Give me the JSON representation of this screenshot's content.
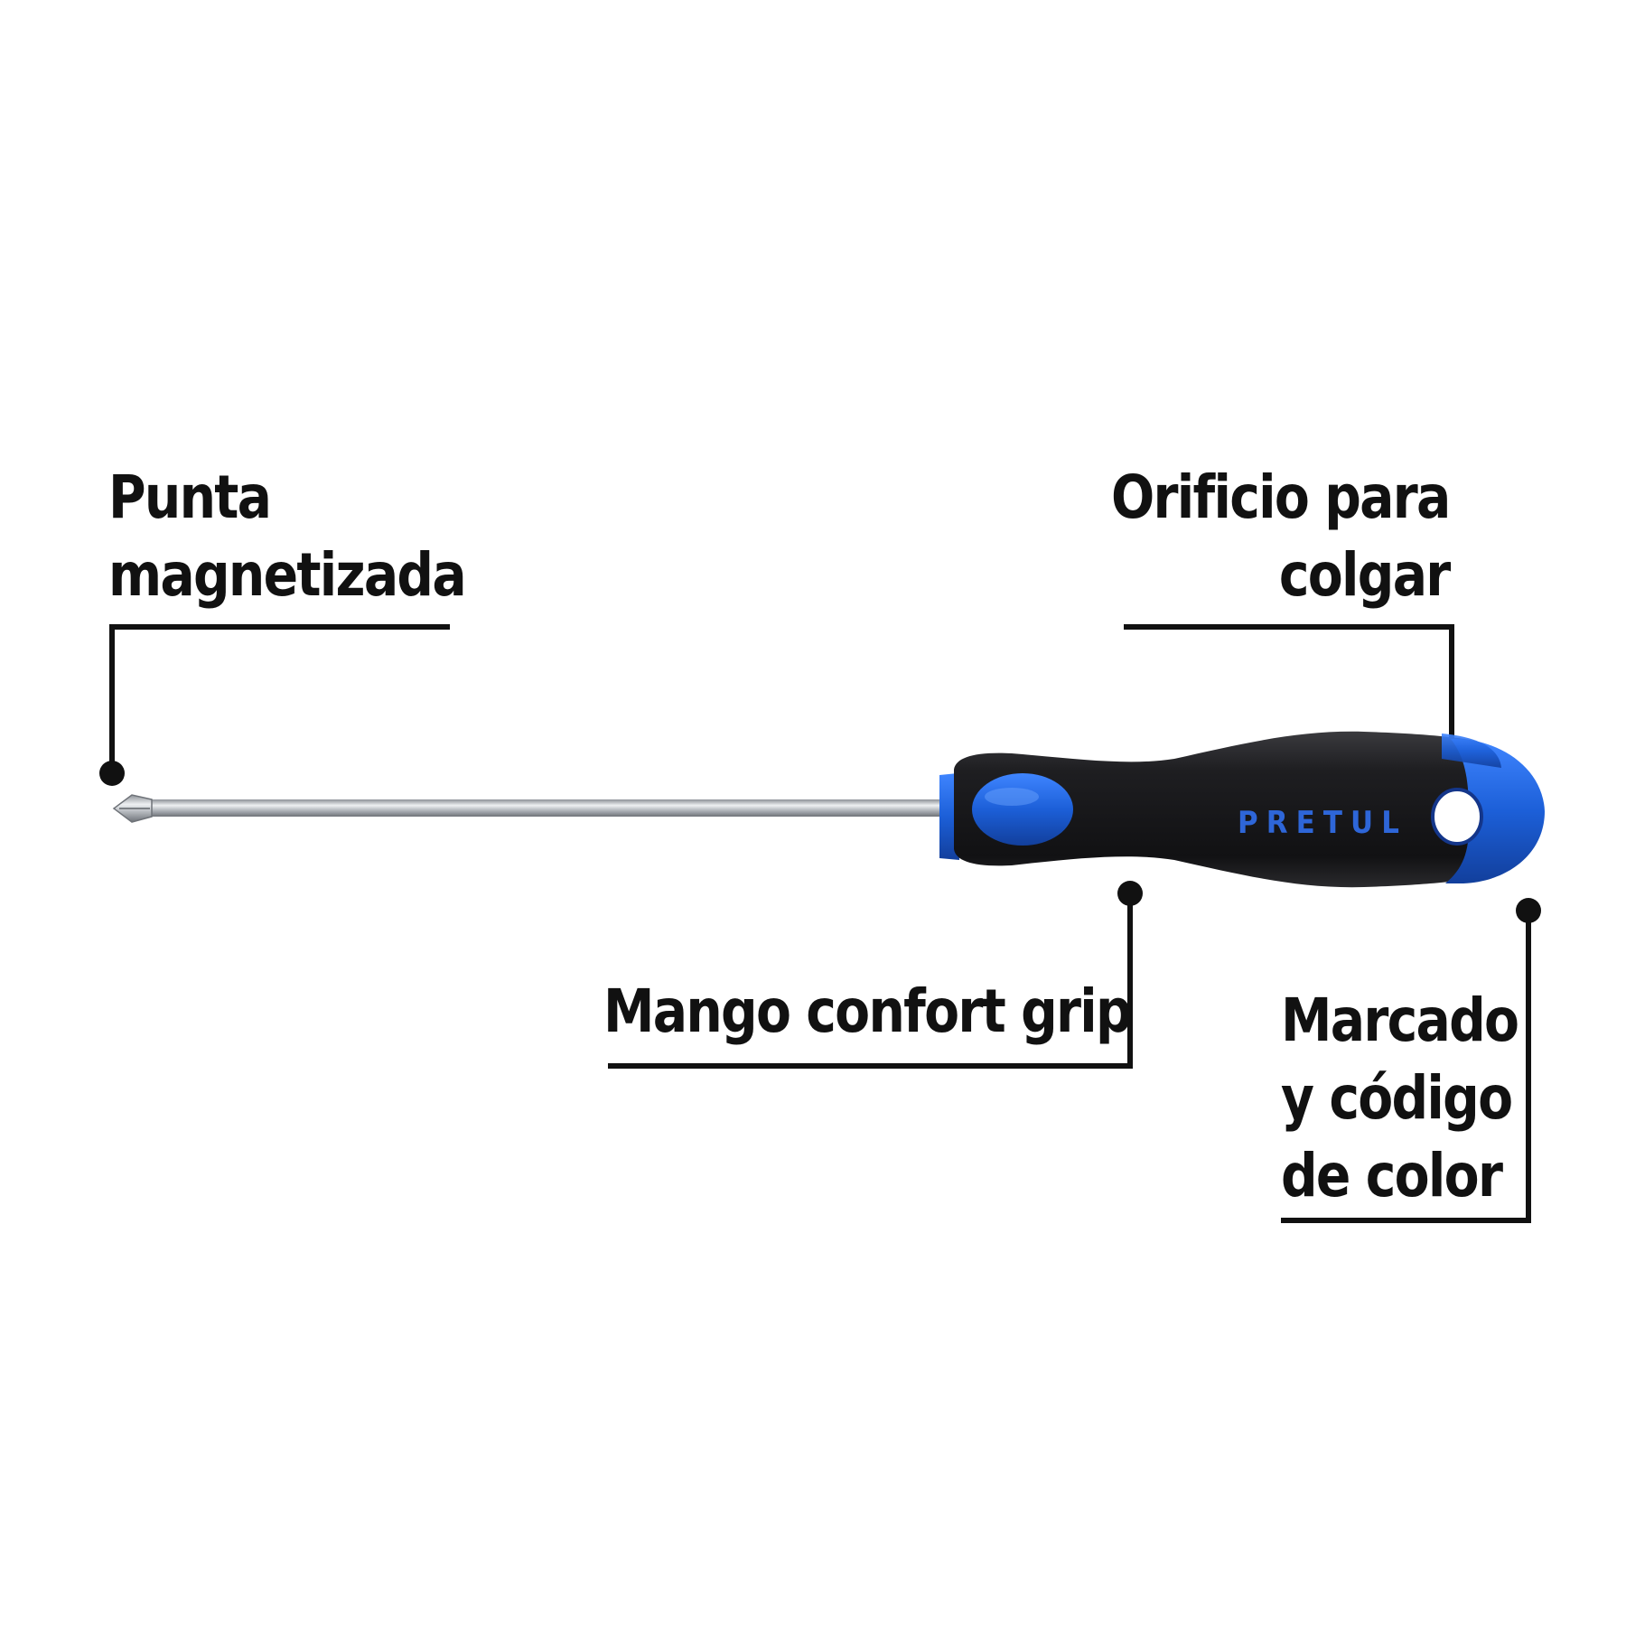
{
  "brand_logo": "PRETUL",
  "callouts": {
    "tip": {
      "line1": "Punta",
      "line2": "magnetizada"
    },
    "hanging_hole": {
      "line1": "Orificio para",
      "line2": "colgar"
    },
    "grip": {
      "line1": "Mango confort grip"
    },
    "color_code": {
      "line1": "Marcado",
      "line2": "y código",
      "line3": "de color"
    }
  },
  "colors": {
    "background": "#ffffff",
    "text": "#111111",
    "handle_black": "#1b1b1d",
    "handle_blue": "#1f5fd6",
    "shaft_steel": "#c9ccd0"
  }
}
